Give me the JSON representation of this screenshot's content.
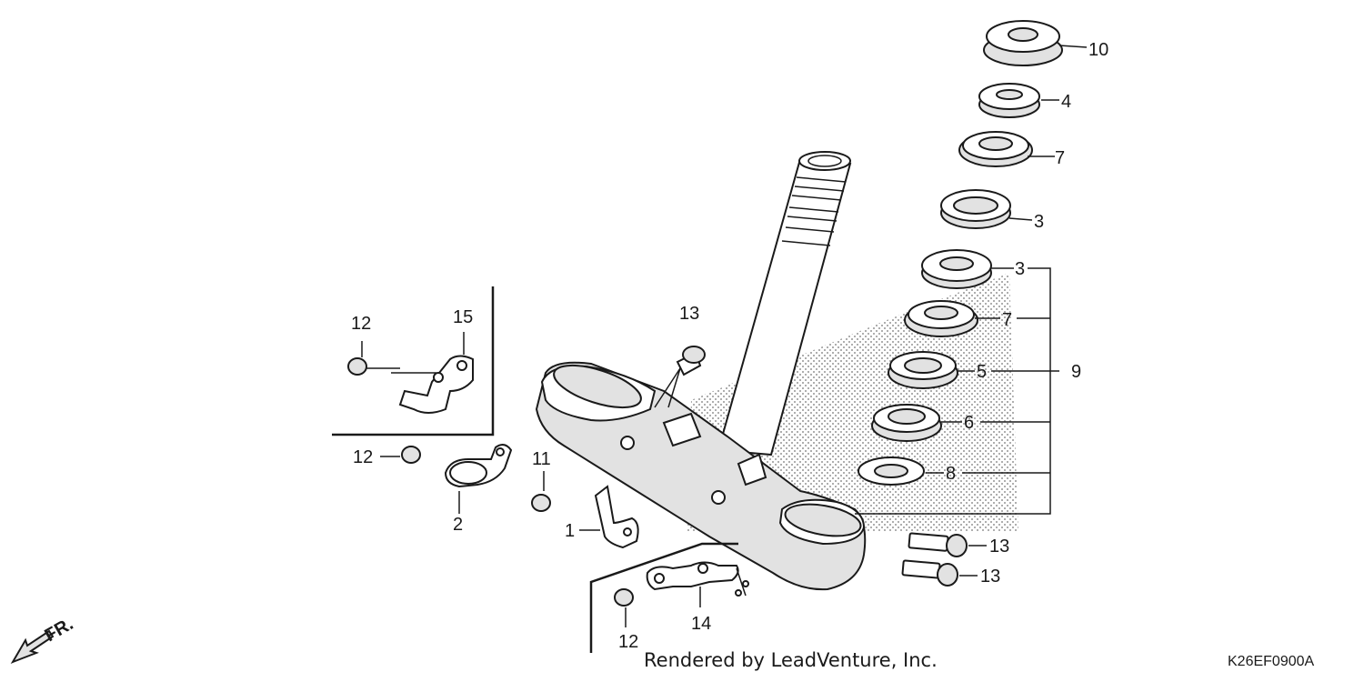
{
  "callouts": {
    "c10": "10",
    "c4": "4",
    "c7a": "7",
    "c3a": "3",
    "c3b": "3",
    "c7b": "7",
    "c9": "9",
    "c5": "5",
    "c6": "6",
    "c8": "8",
    "c13a": "13",
    "c13b": "13",
    "c13c": "13",
    "c12a": "12",
    "c15": "15",
    "c12b": "12",
    "c2": "2",
    "c11": "11",
    "c1": "1",
    "c14": "14",
    "c12c": "12"
  },
  "direction_label": "FR.",
  "footer": {
    "credit": "Rendered by LeadVenture, Inc.",
    "diagram_code": "K26EF0900A"
  },
  "icons": {
    "direction_arrow": "front-direction-arrow-icon"
  }
}
